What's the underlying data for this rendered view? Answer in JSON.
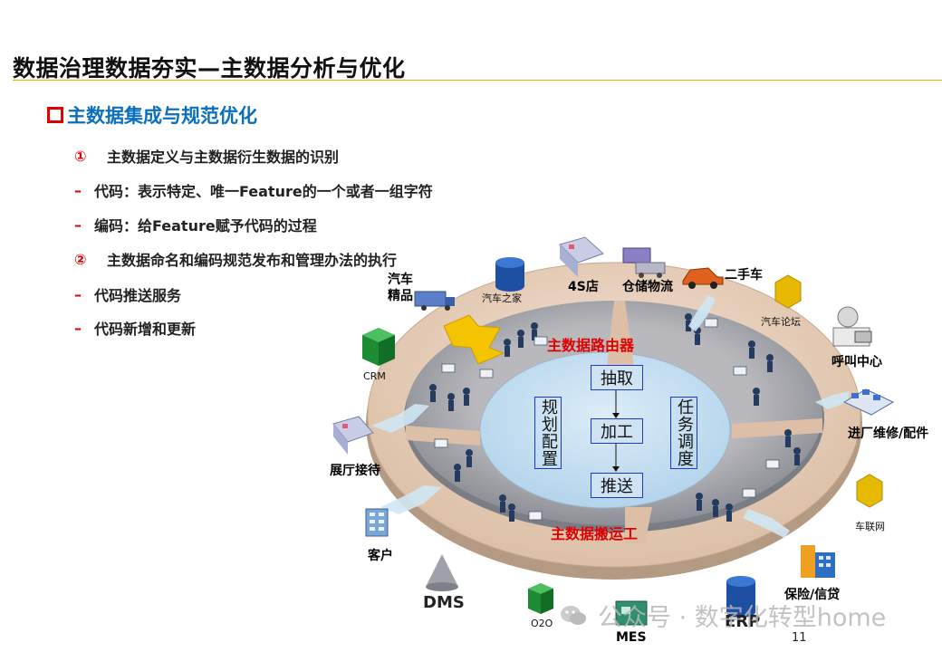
{
  "title": "数据治理数据夯实—主数据分析与优化",
  "section": "主数据集成与规范优化",
  "items": [
    {
      "marker": "①",
      "text": "主数据定义与主数据衍生数据的识别"
    },
    {
      "marker": "–",
      "text": "代码：表示特定、唯一Feature的一个或者一组字符"
    },
    {
      "marker": "–",
      "text": "编码：给Feature赋予代码的过程"
    },
    {
      "marker": "②",
      "text": "主数据命名和编码规范发布和管理办法的执行"
    },
    {
      "marker": "–",
      "text": "代码推送服务"
    },
    {
      "marker": "–",
      "text": "代码新增和更新"
    }
  ],
  "diagram": {
    "router": "主数据路由器",
    "mover": "主数据搬运工",
    "left_box": "规划配置",
    "right_box": "任务调度",
    "steps": [
      "抽取",
      "加工",
      "推送"
    ],
    "systems": {
      "qiche_jingpin": "汽车\n精品",
      "qiche_zhijia": "汽车之家",
      "s4": "4S店",
      "cangchu": "仓储物流",
      "ershouche": "二手车",
      "luntan": "汽车论坛",
      "hujiao": "呼叫中心",
      "jinchang": "进厂维修/配件",
      "chelianwang": "车联网",
      "baoxian": "保险/信贷",
      "erp": "ERP",
      "mes": "MES",
      "o2o": "O2O",
      "dms": "DMS",
      "kehu": "客户",
      "zhanting": "展厅接待",
      "crm": "CRM"
    }
  },
  "watermark": "公众号 · 数字化转型home",
  "page_number": "11",
  "colors": {
    "accent_red": "#e00000",
    "section_blue": "#0b6fc0",
    "title_rule": "#e1b400"
  }
}
